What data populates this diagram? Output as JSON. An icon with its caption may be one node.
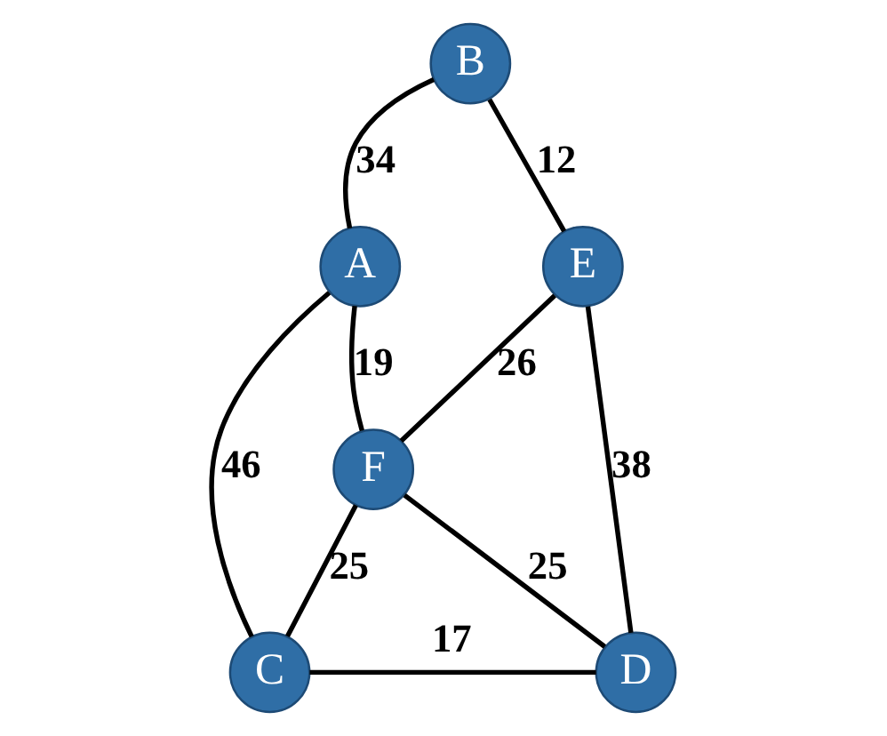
{
  "diagram": {
    "nodes": [
      {
        "text": [
          "A"
        ]
      },
      {
        "text": [
          "B"
        ]
      },
      {
        "text": [
          "C"
        ]
      },
      {
        "text": [
          "D"
        ]
      },
      {
        "text": [
          "E"
        ]
      },
      {
        "text": [
          "F"
        ]
      }
    ],
    "edges": [
      {
        "from": 0,
        "to": 1,
        "arrow": "none",
        "label": "34"
      },
      {
        "from": 1,
        "to": 4,
        "arrow": "none",
        "label": "12"
      },
      {
        "from": 0,
        "to": 5,
        "arrow": "none",
        "label": "19"
      },
      {
        "from": 5,
        "to": 4,
        "arrow": "none",
        "label": "26"
      },
      {
        "from": 0,
        "to": 2,
        "arrow": "none",
        "label": "46"
      },
      {
        "from": 2,
        "to": 5,
        "arrow": "none",
        "label": "25"
      },
      {
        "from": 5,
        "to": 3,
        "arrow": "none",
        "label": "25"
      },
      {
        "from": 4,
        "to": 3,
        "arrow": "none",
        "label": "38"
      },
      {
        "from": 2,
        "to": 3,
        "arrow": "none",
        "label": "17"
      }
    ]
  }
}
